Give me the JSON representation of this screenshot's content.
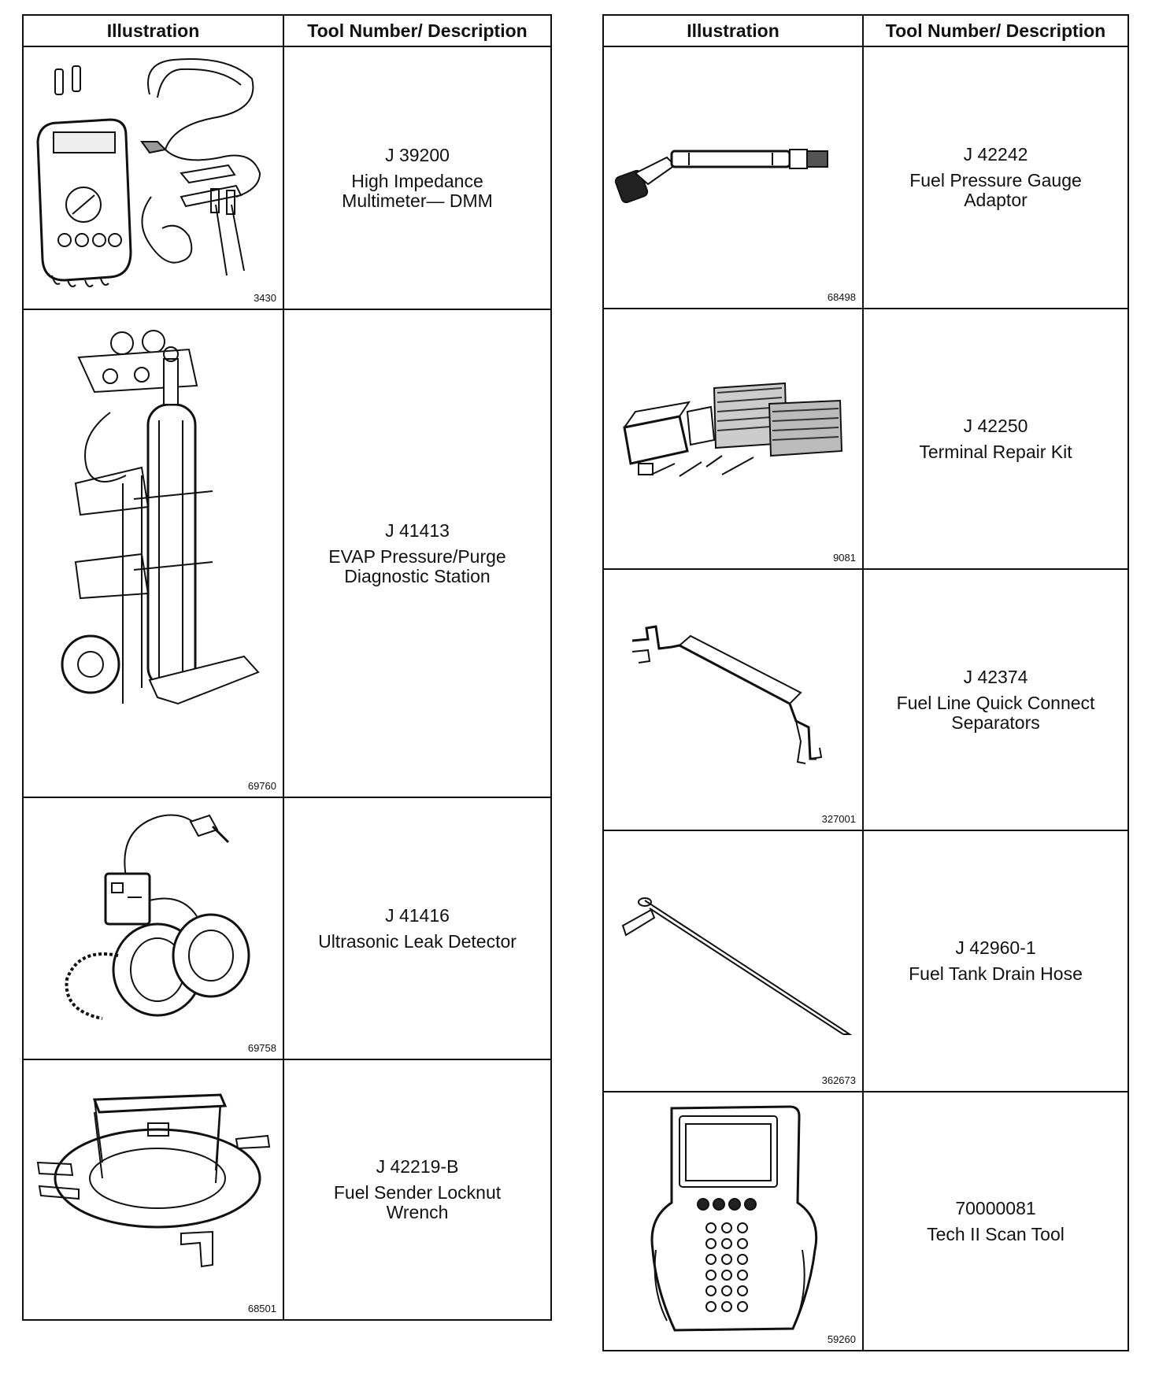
{
  "headers": {
    "illustration": "Illustration",
    "tool": "Tool Number/ Description"
  },
  "left_table": [
    {
      "figure": "3430",
      "number": "J 39200",
      "description": "High Impedance Multimeter— DMM",
      "icon": "multimeter-icon"
    },
    {
      "figure": "69760",
      "number": "J 41413",
      "description": "EVAP Pressure/Purge Diagnostic Station",
      "icon": "evap-station-cart-icon"
    },
    {
      "figure": "69758",
      "number": "J 41416",
      "description": "Ultrasonic Leak Detector",
      "icon": "leak-detector-headset-icon"
    },
    {
      "figure": "68501",
      "number": "J 42219-B",
      "description": "Fuel Sender Locknut Wrench",
      "icon": "locknut-wrench-icon"
    }
  ],
  "right_table": [
    {
      "figure": "68498",
      "number": "J 42242",
      "description": "Fuel Pressure Gauge Adaptor",
      "icon": "gauge-adaptor-hose-icon"
    },
    {
      "figure": "9081",
      "number": "J 42250",
      "description": "Terminal Repair Kit",
      "icon": "terminal-repair-kit-icon"
    },
    {
      "figure": "327001",
      "number": "J 42374",
      "description": "Fuel Line Quick Connect Separators",
      "icon": "quick-connect-separator-icon"
    },
    {
      "figure": "362673",
      "number": "J 42960-1",
      "description": "Fuel Tank Drain Hose",
      "icon": "drain-hose-icon"
    },
    {
      "figure": "59260",
      "number": "70000081",
      "description": "Tech II Scan Tool",
      "icon": "scan-tool-icon"
    }
  ]
}
